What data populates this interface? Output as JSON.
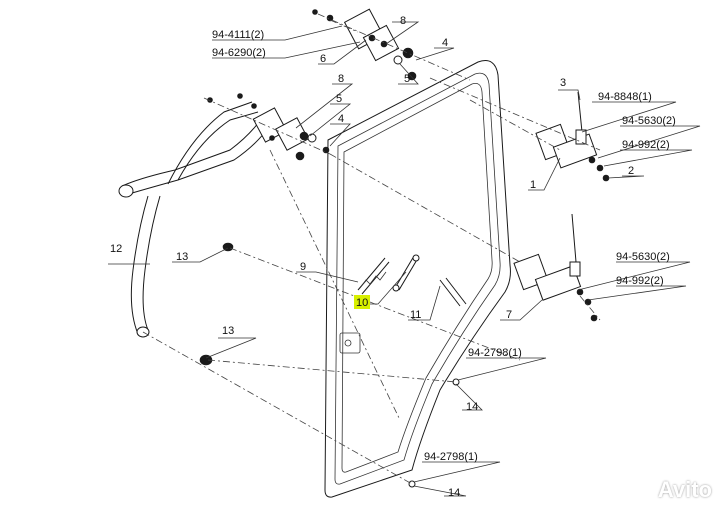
{
  "callouts": [
    {
      "id": "c1",
      "text": "94-4111(2)"
    },
    {
      "id": "c2",
      "text": "94-6290(2)"
    },
    {
      "id": "c3",
      "text": "8"
    },
    {
      "id": "c4",
      "text": "6"
    },
    {
      "id": "c5",
      "text": "4"
    },
    {
      "id": "c6",
      "text": "5"
    },
    {
      "id": "c7",
      "text": "8"
    },
    {
      "id": "c8",
      "text": "5"
    },
    {
      "id": "c9",
      "text": "4"
    },
    {
      "id": "c10",
      "text": "3"
    },
    {
      "id": "c11",
      "text": "94-8848(1)"
    },
    {
      "id": "c12",
      "text": "94-5630(2)"
    },
    {
      "id": "c13",
      "text": "94-992(2)"
    },
    {
      "id": "c14",
      "text": "1"
    },
    {
      "id": "c15",
      "text": "2"
    },
    {
      "id": "c16",
      "text": "12"
    },
    {
      "id": "c17",
      "text": "13"
    },
    {
      "id": "c18",
      "text": "9"
    },
    {
      "id": "c19",
      "text": "10"
    },
    {
      "id": "c20",
      "text": "11"
    },
    {
      "id": "c21",
      "text": "94-5630(2)"
    },
    {
      "id": "c22",
      "text": "94-992(2)"
    },
    {
      "id": "c23",
      "text": "7"
    },
    {
      "id": "c24",
      "text": "13"
    },
    {
      "id": "c25",
      "text": "94-2798(1)"
    },
    {
      "id": "c26",
      "text": "14"
    },
    {
      "id": "c27",
      "text": "94-2798(1)"
    },
    {
      "id": "c28",
      "text": "14"
    }
  ],
  "colors": {
    "line": "#1a1a1a",
    "highlight": "#d8f000",
    "background": "#ffffff"
  },
  "watermark": {
    "icon": "avito-logo-icon",
    "text": "Avito"
  }
}
